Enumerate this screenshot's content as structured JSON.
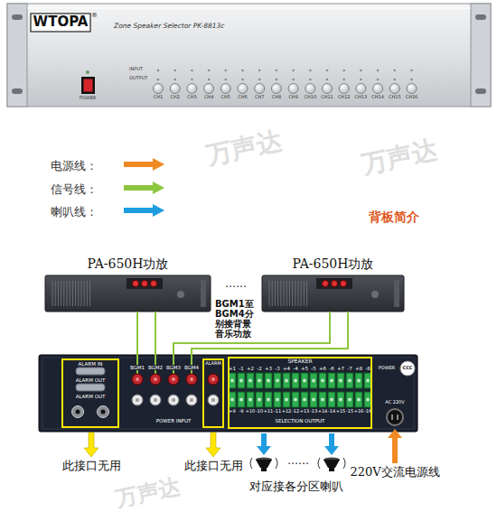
{
  "diagram": {
    "nodes": [
      {
        "text": [
          "WTOPA",
          "Zone Speaker Selector PK-8813c"
        ]
      },
      {
        "text": [
          "PA-650H功放"
        ]
      },
      {
        "text": [
          "PA-650H功放"
        ]
      },
      {
        "text": [
          "POWER INPUT"
        ]
      },
      {
        "text": [
          "ALARM IN",
          "ALARM OUT",
          "ALARM OUT"
        ],
        "in": 3
      },
      {
        "text": [
          "ALARM"
        ],
        "in": 3
      },
      {
        "text": [
          "SPEAKER",
          "SELECTION OUTPUT"
        ],
        "in": 3
      }
    ],
    "edges": [
      {
        "from": 1,
        "to": 3,
        "arrow": "none"
      },
      {
        "from": 2,
        "to": 3,
        "arrow": "none"
      }
    ],
    "labels": [
      "®",
      "INPUT",
      "OUTPUT",
      "POWER",
      "CH1",
      "CH2",
      "CH3",
      "CH4",
      "CH5",
      "CH6",
      "CH7",
      "CH8",
      "CH9",
      "CH10",
      "CH11",
      "CH12",
      "CH13",
      "CH14",
      "CH15",
      "CH16",
      "……",
      "BGM1至 BGM4分 别接背景 音乐功放",
      "BGM1",
      "BGM2",
      "BGM3",
      "BGM4",
      "CCC",
      "POWER",
      "AC 220V",
      "+1",
      "-1",
      "+2",
      "-2",
      "+3",
      "-3",
      "+4",
      "-4",
      "+5",
      "-5",
      "+6",
      "-6",
      "+7",
      "-7",
      "+8",
      "-8",
      "+9",
      "-9",
      "+10",
      "-10",
      "+11",
      "-11",
      "+12",
      "-12",
      "+13",
      "-13",
      "+14",
      "-14",
      "+15",
      "-15",
      "+16",
      "-16",
      "此接口无用",
      "此接口无用",
      "……",
      "对应接各分区喇叭",
      "220V交流电源线",
      "背板简介",
      "万声达",
      "万声达",
      "万声达"
    ],
    "legend": [
      {
        "text": "电源线：",
        "color": "#f08a24"
      },
      {
        "text": "信号线：",
        "color": "#8dc63f"
      },
      {
        "text": "喇叭线：",
        "color": "#1d9ce0"
      }
    ]
  }
}
